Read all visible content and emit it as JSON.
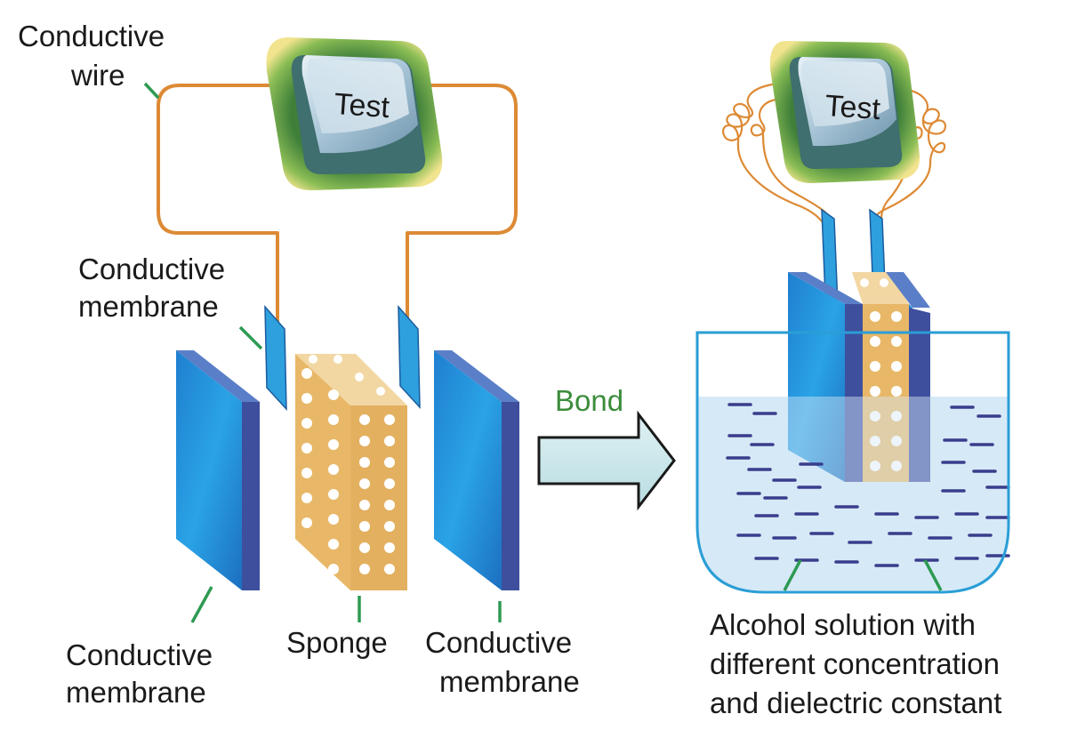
{
  "left_panel": {
    "meter_label": "Test",
    "wire_label_line1": "Conductive",
    "wire_label_line2": "wire",
    "membrane_top_line1": "Conductive",
    "membrane_top_line2": "membrane",
    "membrane_left_line1": "Conductive",
    "membrane_left_line2": "membrane",
    "sponge_label": "Sponge",
    "membrane_right_line1": "Conductive",
    "membrane_right_line2": "membrane"
  },
  "arrow": {
    "label": "Bond"
  },
  "right_panel": {
    "meter_label": "Test",
    "solution_line1": "Alcohol solution with",
    "solution_line2": "different concentration",
    "solution_line3": "and dielectric constant"
  },
  "colors": {
    "wire": "#dd8a35",
    "membrane_face": "#2b8fd6",
    "membrane_side": "#3e4f9e",
    "sponge": "#e8b868",
    "liquid": "#d6e9f7",
    "beaker_outline": "#2a9ed6",
    "leader": "#2e9a52",
    "meter_screen": "#b9d3e2",
    "meter_frame": "#5f9a3c",
    "meter_glow": "#f0e08a",
    "arrow_fill": "#c9e6ea",
    "molecule": "#3a3d8c"
  }
}
